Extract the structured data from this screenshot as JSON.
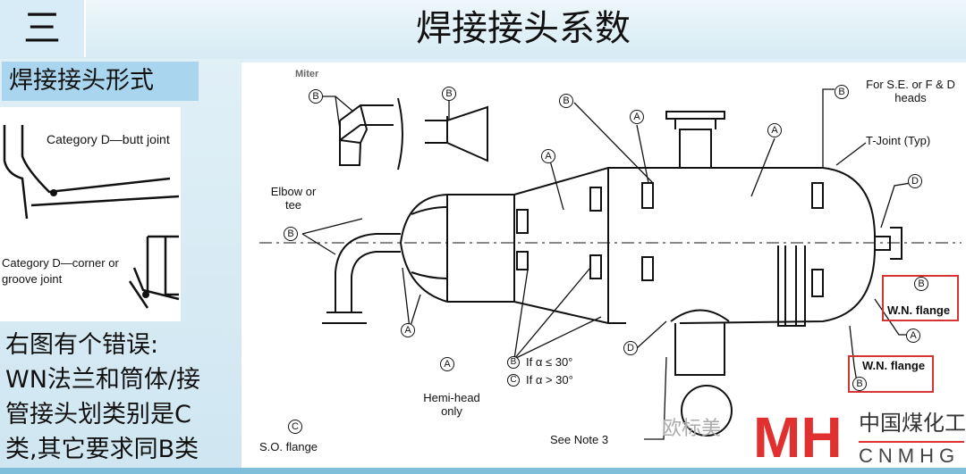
{
  "header": {
    "section_number": "三",
    "title": "焊接接头系数"
  },
  "left": {
    "label": "焊接接头形式",
    "sketch_labels": [
      "Category D—butt joint",
      "Category D—corner or groove joint"
    ],
    "note_lines": [
      "右图有个错误:",
      "WN法兰和筒体/接",
      "管接头划类别是C",
      "类,其它要求同B类"
    ]
  },
  "diagram": {
    "labels": {
      "miter": "Miter",
      "elbow": "Elbow or tee",
      "se_fd": "For S.E. or F & D heads",
      "tjoint": "T-Joint (Typ)",
      "hemi": "Hemi-head only",
      "so_flange": "S.O. flange",
      "see_note": "See Note 3",
      "cond_b": "If α ≤ 30°",
      "cond_c": "If α > 30°",
      "wn1": "W.N. flange",
      "wn2": "W.N. flange"
    },
    "categories": {
      "a": "A",
      "b": "B",
      "c": "C",
      "d": "D"
    }
  },
  "watermark": {
    "wechat": "欧标美",
    "logo": "MH",
    "company_cn": "中国煤化工",
    "company_en": "CNMHG"
  },
  "colors": {
    "highlight": "#d63333",
    "label_bg": "#a9d6ee",
    "logo": "#e03030"
  }
}
